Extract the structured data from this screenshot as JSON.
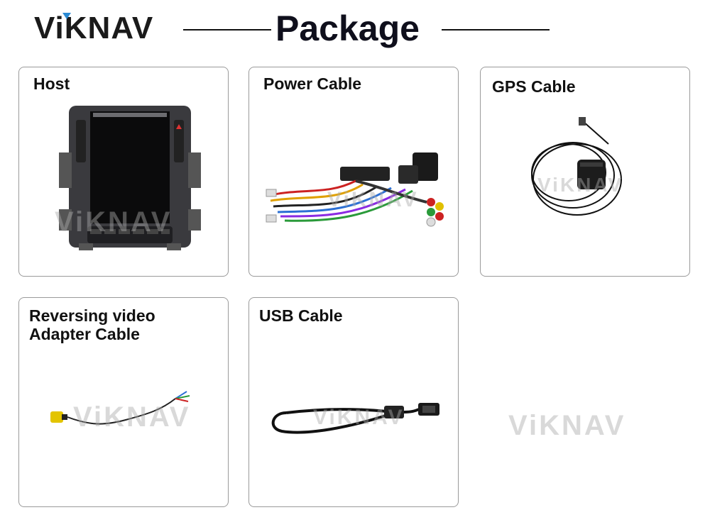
{
  "brand": {
    "name": "ViKNAV",
    "watermark": "ViKNAV",
    "accent": "#2a8ad4"
  },
  "page": {
    "title": "Package"
  },
  "items": [
    {
      "label": "Host",
      "image": "head-unit-tesla-style-screen"
    },
    {
      "label": "Power Cable",
      "image": "wiring-harness"
    },
    {
      "label": "GPS  Cable",
      "image": "gps-antenna"
    },
    {
      "label": "Reversing video\nAdapter Cable",
      "image": "rca-adapter-cable"
    },
    {
      "label": "USB Cable",
      "image": "usb-cable"
    }
  ]
}
